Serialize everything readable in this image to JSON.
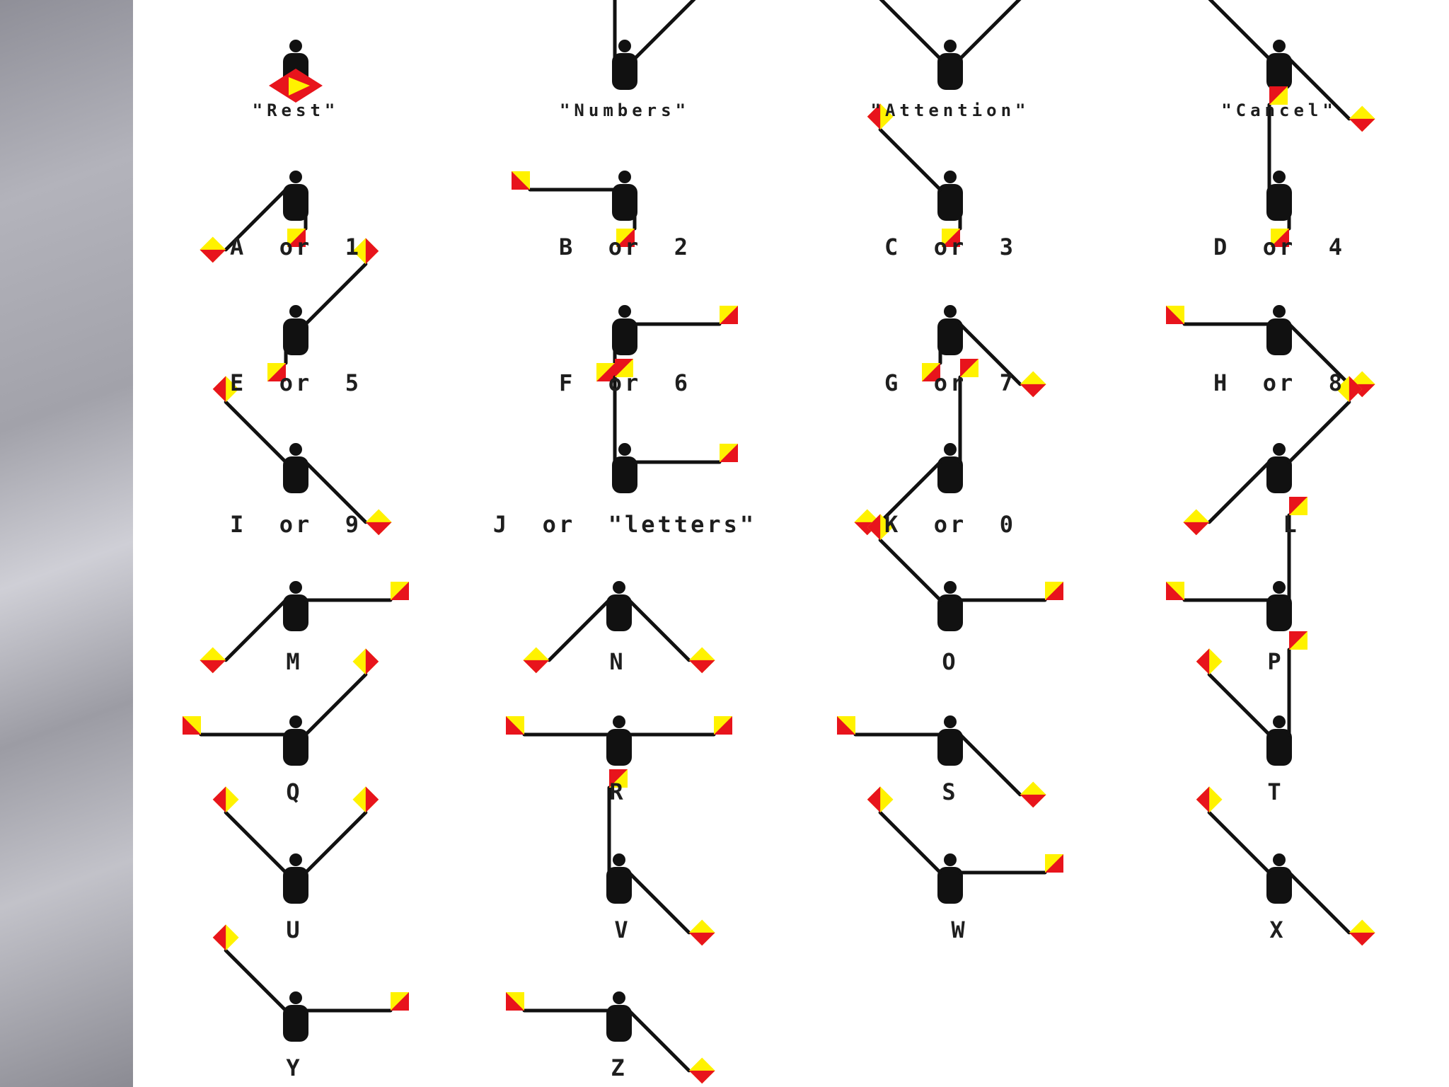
{
  "colors": {
    "figure": "#111111",
    "flag_red": "#e8141c",
    "flag_yellow": "#fff200",
    "side_panel": "#a4a4ac",
    "background": "#ffffff"
  },
  "signals": [
    {
      "id": "rest",
      "label": "\"Rest\""
    },
    {
      "id": "numbers",
      "label": "\"Numbers\""
    },
    {
      "id": "attention",
      "label": "\"Attention\""
    },
    {
      "id": "cancel",
      "label": "\"Cancel\""
    },
    {
      "id": "a",
      "label": "A  or  1"
    },
    {
      "id": "b",
      "label": "B  or  2"
    },
    {
      "id": "c",
      "label": "C  or  3"
    },
    {
      "id": "d",
      "label": "D  or  4"
    },
    {
      "id": "e",
      "label": "E  or  5"
    },
    {
      "id": "f",
      "label": "F  or  6"
    },
    {
      "id": "g",
      "label": "G  or  7"
    },
    {
      "id": "h",
      "label": "H  or  8"
    },
    {
      "id": "i",
      "label": "I  or  9"
    },
    {
      "id": "j",
      "label": "J  or  \"letters\""
    },
    {
      "id": "k",
      "label": "K  or  0"
    },
    {
      "id": "l",
      "label": "L"
    },
    {
      "id": "m",
      "label": "M"
    },
    {
      "id": "n",
      "label": "N"
    },
    {
      "id": "o",
      "label": "O"
    },
    {
      "id": "p",
      "label": "P"
    },
    {
      "id": "q",
      "label": "Q"
    },
    {
      "id": "r",
      "label": "R"
    },
    {
      "id": "s",
      "label": "S"
    },
    {
      "id": "t",
      "label": "T"
    },
    {
      "id": "u",
      "label": "U"
    },
    {
      "id": "v",
      "label": "V"
    },
    {
      "id": "w",
      "label": "W"
    },
    {
      "id": "x",
      "label": "X"
    },
    {
      "id": "y",
      "label": "Y"
    },
    {
      "id": "z",
      "label": "Z"
    }
  ]
}
